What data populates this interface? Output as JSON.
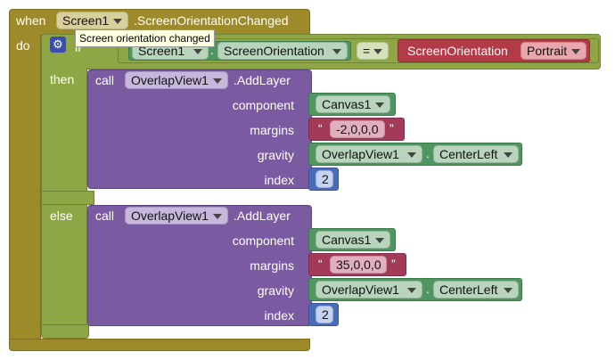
{
  "event": {
    "when_label": "when",
    "component": "Screen1",
    "event_name": ".ScreenOrientationChanged",
    "do_label": "do"
  },
  "tooltip": "Screen orientation changed",
  "if_block": {
    "if_label": "if",
    "left_component": "Screen1",
    "dot": ".",
    "left_property": "ScreenOrientation",
    "operator": "=",
    "right_class": "ScreenOrientation",
    "right_value": "Portrait",
    "then_label": "then",
    "else_label": "else"
  },
  "calls": [
    {
      "call_label": "call",
      "component": "OverlapView1",
      "method": ".AddLayer",
      "params": [
        {
          "name": "component",
          "value": "Canvas1"
        },
        {
          "name": "margins",
          "value": "-2,0,0,0"
        },
        {
          "name": "gravity",
          "component": "OverlapView1",
          "dot": ".",
          "value": "CenterLeft"
        },
        {
          "name": "index",
          "value": "2"
        }
      ]
    },
    {
      "call_label": "call",
      "component": "OverlapView1",
      "method": ".AddLayer",
      "params": [
        {
          "name": "component",
          "value": "Canvas1"
        },
        {
          "name": "margins",
          "value": "35,0,0,0"
        },
        {
          "name": "gravity",
          "component": "OverlapView1",
          "dot": ".",
          "value": "CenterLeft"
        },
        {
          "name": "index",
          "value": "2"
        }
      ]
    }
  ],
  "quote_open": "“",
  "quote_close": "”",
  "colors": {
    "event": "#9c8a2b",
    "procedure": "#7a5aa0",
    "component": "#4f9560",
    "logic": "#8fa647",
    "helper": "#b33a47",
    "text": "#a23a58",
    "math": "#4a6bb5"
  },
  "icons": {
    "mutator": "gear-icon",
    "dropdown": "chevron-down-icon"
  }
}
